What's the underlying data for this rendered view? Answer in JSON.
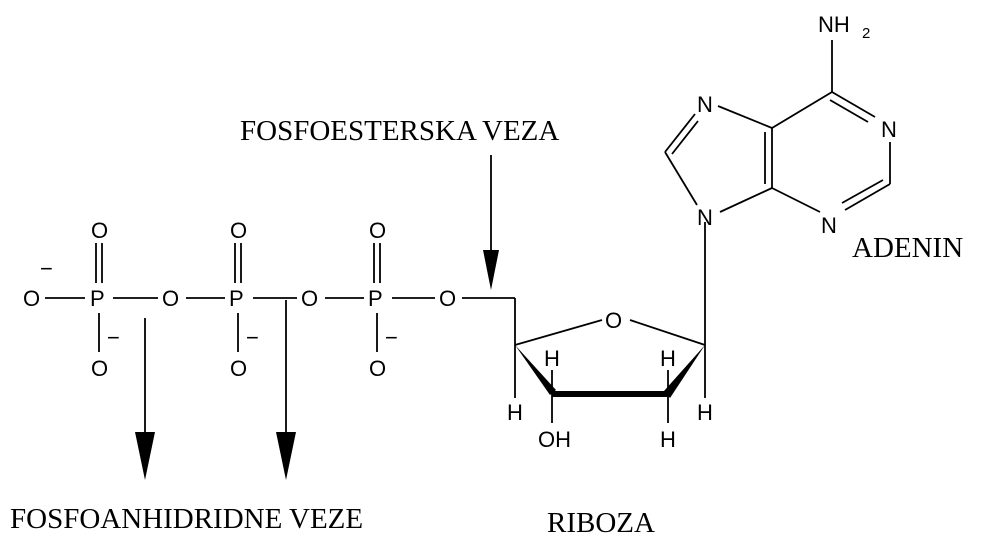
{
  "labels": {
    "phosphoester": "FOSFOESTERSKA VEZA",
    "phosphoanhydride": "FOSFOANHIDRIDNE VEZE",
    "ribose": "RIBOZA",
    "adenine": "ADENIN"
  },
  "atoms": {
    "O": "O",
    "P": "P",
    "N": "N",
    "H": "H",
    "OH": "OH",
    "NH": "NH",
    "sub2": "2",
    "minus": "−"
  }
}
